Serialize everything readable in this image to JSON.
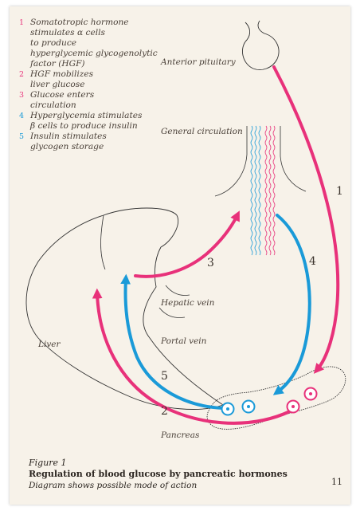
{
  "colors": {
    "pink": "#e8317a",
    "blue": "#1a9ad8",
    "legend_numbers": [
      "#e8317a",
      "#e8317a",
      "#e8317a",
      "#1a9ad8",
      "#1a9ad8"
    ],
    "ink": "#333333",
    "paper": "#f7f2e9"
  },
  "legend": {
    "items": [
      {
        "number": "1",
        "lines": [
          "Somatotropic hormone",
          "stimulates α cells",
          "to produce",
          "hyperglycemic glycogenolytic",
          "factor (HGF)"
        ]
      },
      {
        "number": "2",
        "lines": [
          "HGF mobilizes",
          "liver glucose"
        ]
      },
      {
        "number": "3",
        "lines": [
          "Glucose enters",
          "circulation"
        ]
      },
      {
        "number": "4",
        "lines": [
          "Hyperglycemia stimulates",
          "β cells to produce insulin"
        ]
      },
      {
        "number": "5",
        "lines": [
          "Insulin stimulates",
          "glycogen storage"
        ]
      }
    ]
  },
  "labels": {
    "anterior_pituitary": "Anterior pituitary",
    "general_circulation": "General circulation",
    "hepatic_vein": "Hepatic vein",
    "portal_vein": "Portal vein",
    "liver": "Liver",
    "pancreas": "Pancreas"
  },
  "pathway_numbers": {
    "p1": "1",
    "p2": "2",
    "p3": "3",
    "p4": "4",
    "p5": "5"
  },
  "caption": {
    "figure_label": "Figure 1",
    "title": "Regulation of blood glucose by pancreatic hormones",
    "subtitle": "Diagram shows possible mode of action"
  },
  "page_number": "11"
}
